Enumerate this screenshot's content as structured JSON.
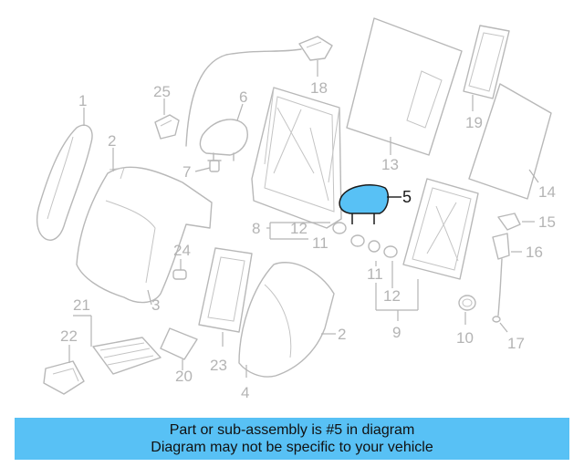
{
  "callouts": {
    "c1": "1",
    "c2a": "2",
    "c2b": "2",
    "c3": "3",
    "c4": "4",
    "c5": "5",
    "c6": "6",
    "c7": "7",
    "c8": "8",
    "c9": "9",
    "c10": "10",
    "c11a": "11",
    "c11b": "11",
    "c12a": "12",
    "c12b": "12",
    "c13": "13",
    "c14": "14",
    "c15": "15",
    "c16": "16",
    "c17": "17",
    "c18": "18",
    "c19": "19",
    "c20": "20",
    "c21": "21",
    "c22": "22",
    "c23": "23",
    "c24": "24",
    "c25": "25"
  },
  "highlight": {
    "part_number": "5",
    "color": "#58c1f5"
  },
  "banner": {
    "line1": "Part or sub-assembly is #5 in diagram",
    "line2": "Diagram may not be specific to your vehicle",
    "background": "#58c1f5"
  }
}
